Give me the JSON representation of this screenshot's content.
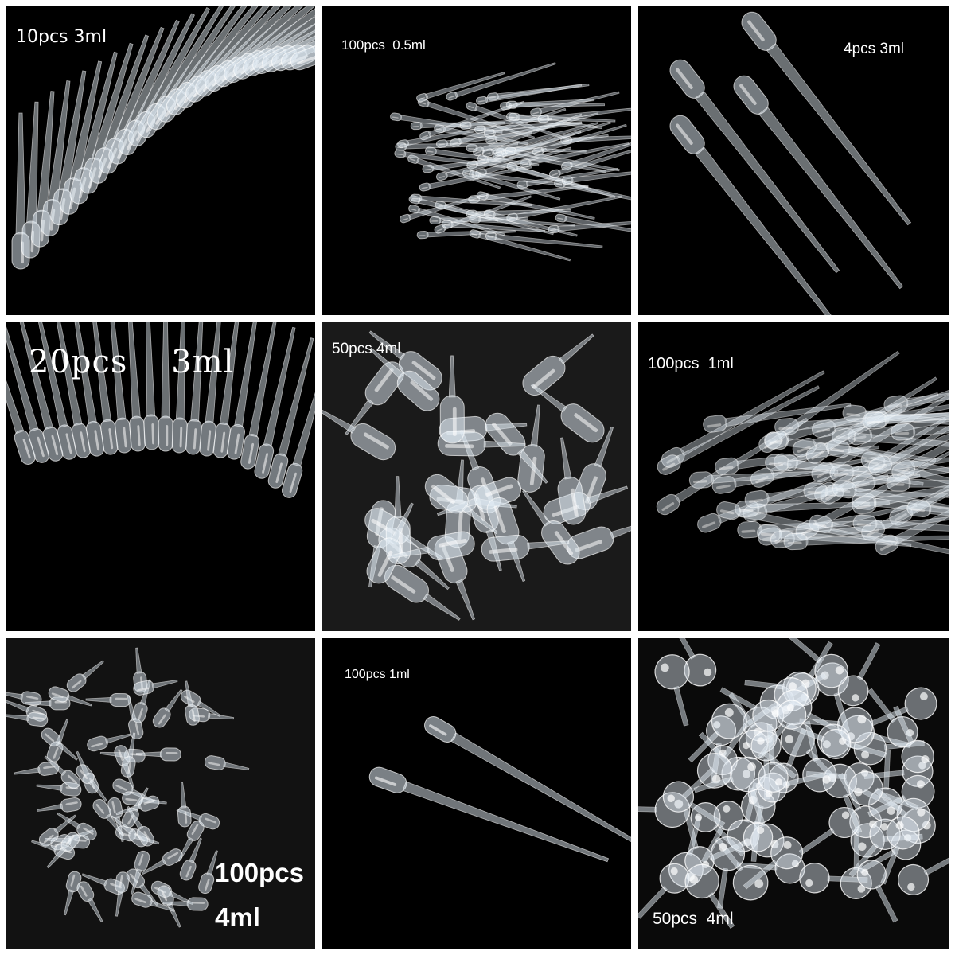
{
  "tiles": [
    {
      "caption": "10pcs 3ml",
      "subject": "pipette-fan"
    },
    {
      "caption": "100pcs  0.5ml",
      "subject": "pipette-pile"
    },
    {
      "caption": "4pcs 3ml",
      "subject": "four-pipettes"
    },
    {
      "caption": "20pcs    3ml",
      "subject": "pipette-row"
    },
    {
      "caption": "50pcs 4ml",
      "subject": "bulb-pipettes"
    },
    {
      "caption": "100pcs  1ml",
      "subject": "pipette-heap"
    },
    {
      "caption_line1": "100pcs",
      "caption_line2": "4ml",
      "subject": "small-bulb-pipettes"
    },
    {
      "caption": "100pcs 1ml",
      "subject": "two-pipettes"
    },
    {
      "caption": "50pcs  4ml",
      "subject": "round-bulb-pipettes"
    }
  ],
  "colors": {
    "background": "#ffffff",
    "tile": "#000000",
    "pipette": "#dfe9f2",
    "caption": "#ffffff"
  }
}
